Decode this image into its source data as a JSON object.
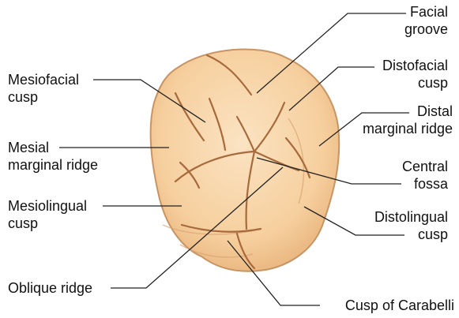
{
  "diagram": {
    "colors": {
      "crown_fill": "#f6cf9e",
      "crown_light": "#fbe3c2",
      "crown_edge": "#c89464",
      "groove": "#a86a3c",
      "leader": "#222222"
    },
    "labels": {
      "facial_groove": [
        "Facial",
        "groove"
      ],
      "distofacial_cusp": [
        "Distofacial",
        "cusp"
      ],
      "distal_marginal_ridge": [
        "Distal",
        "marginal ridge"
      ],
      "central_fossa": [
        "Central",
        "fossa"
      ],
      "distolingual_cusp": [
        "Distolingual",
        "cusp"
      ],
      "cusp_of_carabelli": [
        "Cusp of Carabelli"
      ],
      "mesiofacial_cusp": [
        "Mesiofacial",
        "cusp"
      ],
      "mesial_marginal_ridge": [
        "Mesial",
        "marginal ridge"
      ],
      "mesiolingual_cusp": [
        "Mesiolingual",
        "cusp"
      ],
      "oblique_ridge": [
        "Oblique ridge"
      ]
    }
  }
}
